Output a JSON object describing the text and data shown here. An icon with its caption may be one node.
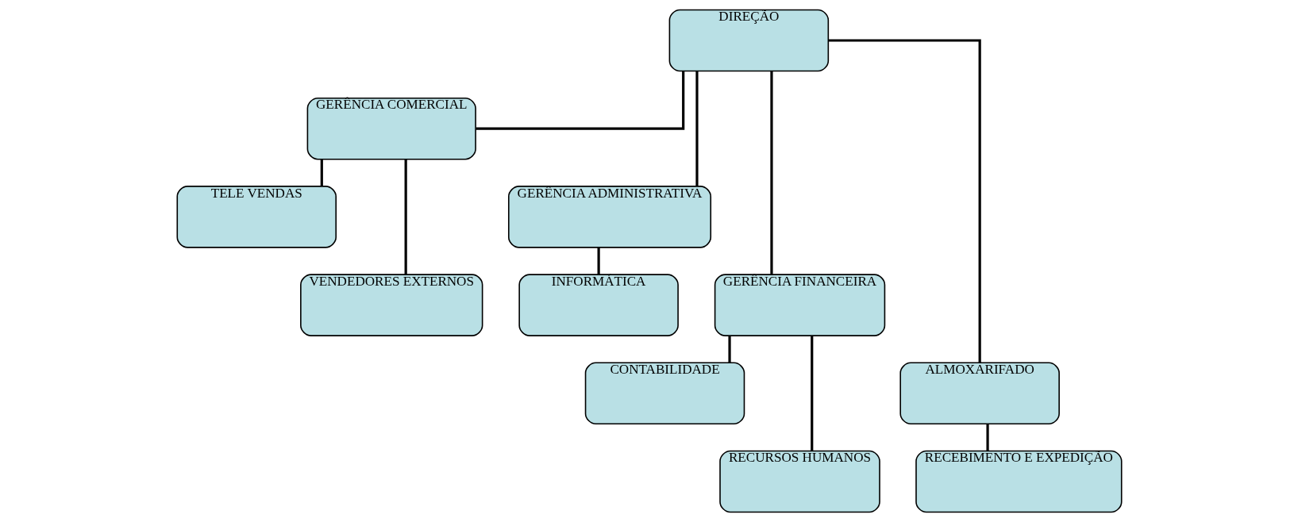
{
  "diagram": {
    "nodes": [
      {
        "text": [
          "DIREÇÃO"
        ]
      },
      {
        "text": [
          "GERÊNCIA COMERCIAL"
        ]
      },
      {
        "text": [
          "GERÊNCIA ADMINISTRATIVA"
        ]
      },
      {
        "text": [
          "GERÊNCIA FINANCEIRA"
        ]
      },
      {
        "text": [
          "ALMOXARIFADO"
        ]
      },
      {
        "text": [
          "TELE VENDAS"
        ]
      },
      {
        "text": [
          "VENDEDORES EXTERNOS"
        ]
      },
      {
        "text": [
          "INFORMÁTICA"
        ]
      },
      {
        "text": [
          "CONTABILIDADE"
        ]
      },
      {
        "text": [
          "RECURSOS HUMANOS"
        ]
      },
      {
        "text": [
          "RECEBIMENTO E EXPEDIÇÃO"
        ]
      }
    ],
    "edges": [
      {
        "from": 0,
        "to": 1,
        "arrow": "none"
      },
      {
        "from": 0,
        "to": 2,
        "arrow": "none"
      },
      {
        "from": 0,
        "to": 3,
        "arrow": "none"
      },
      {
        "from": 0,
        "to": 4,
        "arrow": "none"
      },
      {
        "from": 1,
        "to": 5,
        "arrow": "none"
      },
      {
        "from": 1,
        "to": 6,
        "arrow": "none"
      },
      {
        "from": 2,
        "to": 7,
        "arrow": "none"
      },
      {
        "from": 3,
        "to": 8,
        "arrow": "none"
      },
      {
        "from": 3,
        "to": 9,
        "arrow": "none"
      },
      {
        "from": 4,
        "to": 10,
        "arrow": "none"
      }
    ]
  }
}
